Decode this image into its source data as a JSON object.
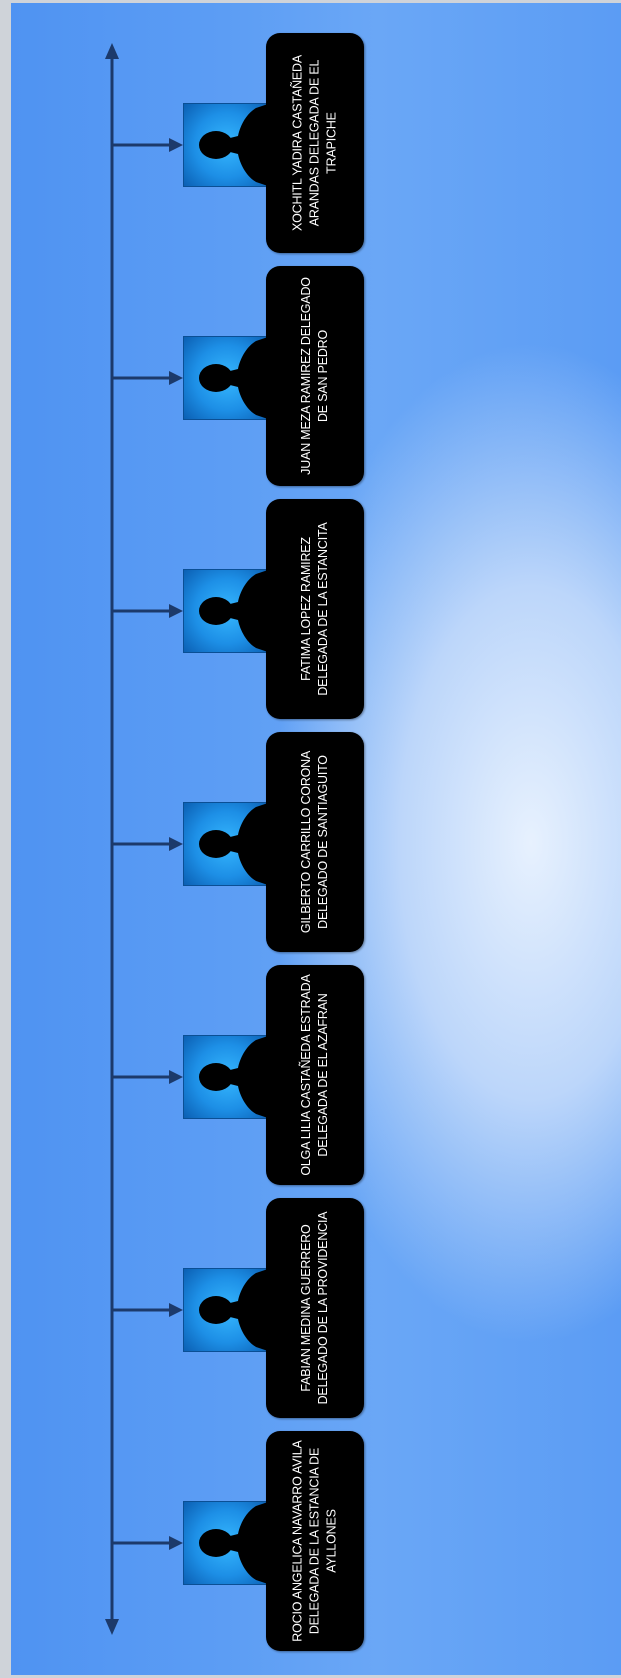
{
  "theme": {
    "line_color": "#1c3a6b",
    "card_color": "#000000",
    "text_color": "#ffffff",
    "avatar_color": "#1d8fe6"
  },
  "people": [
    {
      "label": "XOCHITL YADIRA CASTAÑEDA ARANDAS DELEGADA DE EL TRAPICHE",
      "icon": "person-silhouette-icon"
    },
    {
      "label": "JUAN MEZA RAMIREZ DELEGADO DE SAN PEDRO",
      "icon": "person-silhouette-icon"
    },
    {
      "label": "FATIMA LOPEZ RAMIREZ DELEGADA DE LA ESTANCITA",
      "icon": "person-silhouette-icon"
    },
    {
      "label": "GILBERTO CARRILLO CORONA DELEGADO DE SANTIAGUITO",
      "icon": "person-silhouette-icon"
    },
    {
      "label": "OLGA LILIA CASTAÑEDA ESTRADA DELEGADA DE EL AZAFRAN",
      "icon": "person-silhouette-icon"
    },
    {
      "label": "FABIAN MEDINA GUERRERO DELEGADO DE LA PROVIDENCIA",
      "icon": "person-silhouette-icon"
    },
    {
      "label": "ROCIO ANGELICA NAVARRO AVILA DELEGADA DE LA ESTANCIA DE AYLLONES",
      "icon": "person-silhouette-icon"
    }
  ]
}
